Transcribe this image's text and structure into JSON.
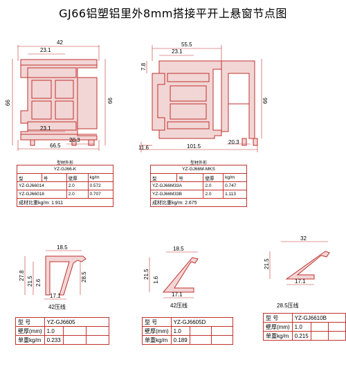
{
  "title": "GJ66铝塑铝里外8mm搭接平开上悬窗节点图",
  "profiles": {
    "frame": {
      "dims": {
        "top_width": "42",
        "inner_top": "23.1",
        "height_left": "66",
        "height_right": "66",
        "inner_bottom": "23.1",
        "bottom_offset": "20.3",
        "total_width": "66.5"
      },
      "caption": "型材外形",
      "table": {
        "header": "YZ-GJ66-K",
        "cols": [
          "型",
          "号",
          "壁厚",
          "kg/m"
        ],
        "rows": [
          [
            "YZ-GJ66014",
            "2.0",
            "0.572"
          ],
          [
            "YZ-GJ66018",
            "2.0",
            "0.707"
          ]
        ],
        "footer_label": "成材比重kg/m:",
        "footer_value": "1.911"
      }
    },
    "sash": {
      "dims": {
        "top_width": "55.5",
        "inner_top": "23.1",
        "left_small": "7.8",
        "height_right": "66",
        "bottom_right": "20.3",
        "bottom_left": "11.6",
        "total_width": "101.5"
      },
      "caption": "型材外形",
      "table": {
        "header": "YZ-GJ66M-MKS",
        "cols": [
          "型",
          "号",
          "壁厚",
          "kg/m"
        ],
        "rows": [
          [
            "YZ-GJ66M33A",
            "2.0",
            "0.747"
          ],
          [
            "YZ-GJ66M33B",
            "2.0",
            "1.113"
          ]
        ],
        "footer_label": "成材比重kg/m:",
        "footer_value": "2.675"
      }
    },
    "bead1": {
      "dims": {
        "top": "18.5",
        "left_outer": "27.8",
        "left_inner": "21.5",
        "left_small": "2.6",
        "right": "28.5",
        "bottom": "17.1"
      },
      "caption": "42压线",
      "table": {
        "label_model": "型    号",
        "model": "YZ-GJ6605",
        "label_wall": "壁厚(mm)",
        "wall": "1.0",
        "label_weight": "单重kg/m",
        "weight": "0.233"
      }
    },
    "bead2": {
      "dims": {
        "top": "18.5",
        "left_outer": "21.5",
        "left_inner": "1.6",
        "bottom": "17.1"
      },
      "caption": "42压线",
      "table": {
        "label_model": "型    号",
        "model": "YZ-GJ6605D",
        "label_wall": "壁厚(mm)",
        "wall": "1.0",
        "label_weight": "单重kg/m",
        "weight": "0.189"
      }
    },
    "bead3": {
      "dims": {
        "top": "32",
        "left": "21.5",
        "bottom": "17.1"
      },
      "caption": "28.5压线",
      "table": {
        "label_model": "型    号",
        "model": "YZ-GJ6610B",
        "label_wall": "壁厚(mm)",
        "wall": "1.0",
        "label_weight": "单重kg/m",
        "weight": "0.215"
      }
    }
  }
}
